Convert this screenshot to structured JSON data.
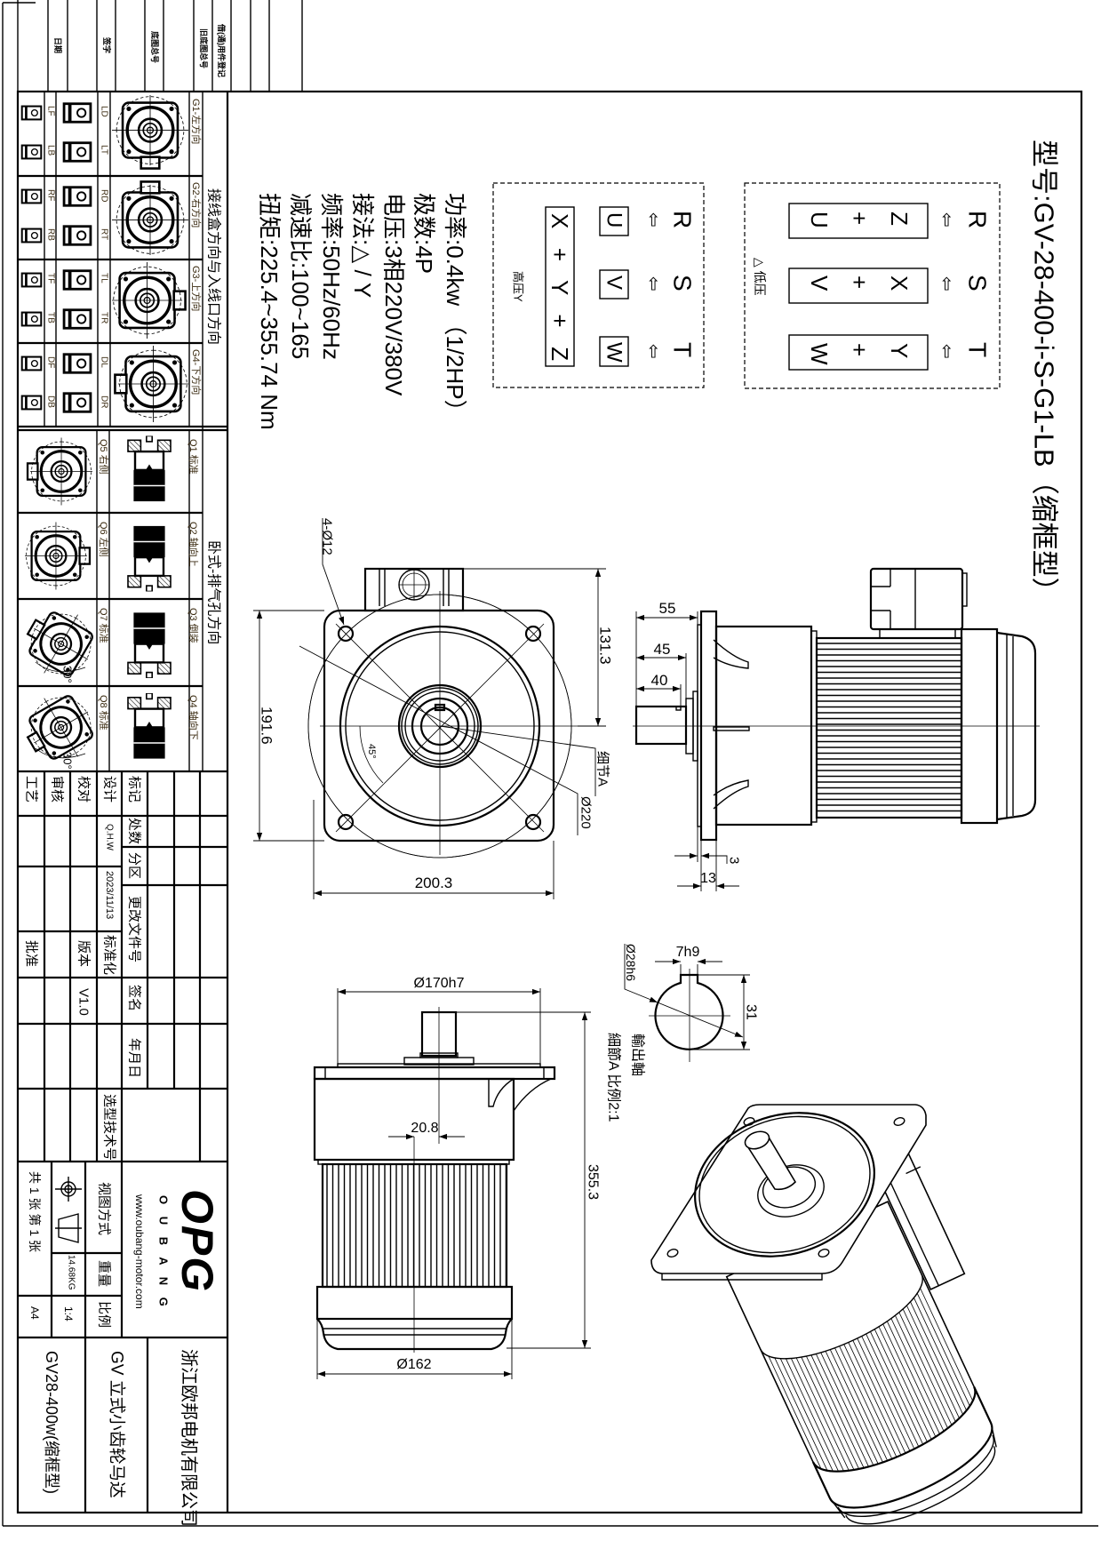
{
  "header_strip": {
    "labels": [
      "日期",
      "签字",
      "底图总号",
      "旧底图总号",
      "借(通)用件登记"
    ]
  },
  "title": "型号:GV-28-400-i-S-G1-LB（缩框型）",
  "wiring_low": {
    "label": "△ 低压",
    "terminals": [
      "R",
      "S",
      "T"
    ],
    "arrow": "⇦",
    "boxes": [
      [
        "Z",
        "+",
        "U"
      ],
      [
        "X",
        "+",
        "V"
      ],
      [
        "Y",
        "+",
        "W"
      ]
    ]
  },
  "wiring_high": {
    "label": "高压Y",
    "terminals": [
      "R",
      "S",
      "T"
    ],
    "arrow": "⇦",
    "boxes": [
      "U",
      "V",
      "W"
    ],
    "star": "X + Y + Z"
  },
  "specs": [
    "功率:0.4kw （1/2HP）",
    "极数:4P",
    "电压:3相220V/380V",
    "接法:△ / Y",
    "频率:50Hz/60Hz",
    "减速比:100~165",
    "扭矩:225.4~355.74 Nm"
  ],
  "terminal_box_table": {
    "title": "接线盒方向与入线口方向",
    "rows": [
      {
        "group": "G1-左方向",
        "side": [
          "LD",
          "LT"
        ],
        "end": [
          "LF",
          "LB"
        ]
      },
      {
        "group": "G2-右方向",
        "side": [
          "RD",
          "RT"
        ],
        "end": [
          "RF",
          "RB"
        ]
      },
      {
        "group": "G3-上方向",
        "side": [
          "TL",
          "TR"
        ],
        "end": [
          "TF",
          "TB"
        ]
      },
      {
        "group": "G4-下方向",
        "side": [
          "DL",
          "DR"
        ],
        "end": [
          "DF",
          "DB"
        ]
      }
    ]
  },
  "vent_table": {
    "title": "卧式-排气孔方向",
    "side_labels": [
      "Q1 标准",
      "Q2 轴向上",
      "Q3 倒装",
      "Q4 轴向下"
    ],
    "top_labels": [
      "Q5 右侧",
      "Q6 左侧",
      "Q7 标准",
      "Q8 标准"
    ],
    "angle": "30°"
  },
  "dimensions": {
    "front": {
      "holes": "4-Ø12",
      "h1": "131.3",
      "h2": "191.6",
      "w": "200.3",
      "angle": "45°",
      "detail": "细节A",
      "dia": "Ø220"
    },
    "side": {
      "d55": "55",
      "d45": "45",
      "d40": "40",
      "d13": "13",
      "d3": "3"
    },
    "bottom": {
      "dia_flange": "Ø170h7",
      "offset": "20.8",
      "length": "355.3",
      "dia_body": "Ø162"
    },
    "detail": {
      "key": "7h9",
      "height": "31",
      "shaft": "Ø28h6",
      "caption1": "輸出軸",
      "caption2": "細節A  比例2:1"
    }
  },
  "revision_block": {
    "roles": [
      "工艺",
      "审核",
      "校对",
      "设计"
    ],
    "designer": "Q.H.W",
    "date": "2023/11/13",
    "standardize": "标准化",
    "version_label": "版本",
    "version": "V1.0",
    "approve": "批准",
    "columns": [
      "标记",
      "处数",
      "分区",
      "更改文件号",
      "签名",
      "年月日"
    ],
    "selection_no": "选型技术号"
  },
  "title_block": {
    "logo": "OPG",
    "brand": "O U B A N G",
    "website": "www.oubang-motor.com",
    "view_method": "视图方式",
    "weight_label": "重量",
    "weight": "14.68KG",
    "scale_label": "比例",
    "scale": "1:4",
    "sheets": "共 1 张 第 1 张",
    "paper": "A4",
    "company": "浙江欧邦电机有限公司",
    "product": "GV  立式小齿轮马达",
    "model": "GV28-400w(缩框型)"
  }
}
